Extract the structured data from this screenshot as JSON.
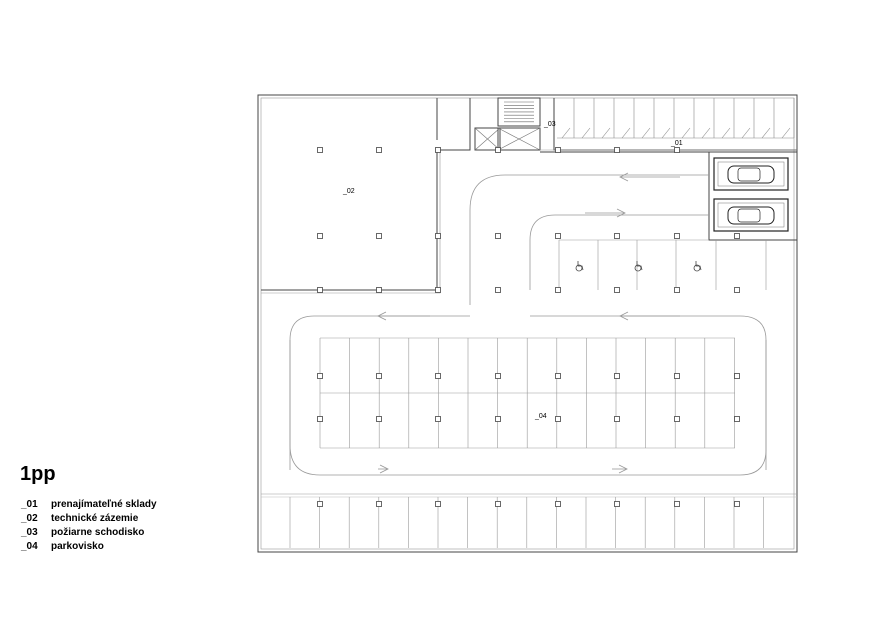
{
  "plan": {
    "title": "1pp",
    "rooms": [
      {
        "code": "_01",
        "name": "prenajímateľné sklady"
      },
      {
        "code": "_02",
        "name": "technické zázemie"
      },
      {
        "code": "_03",
        "name": "požiarne schodisko"
      },
      {
        "code": "_04",
        "name": "parkovisko"
      }
    ],
    "icons": {
      "accessible_space": "wheelchair-icon",
      "car": "car-icon",
      "arrow": "driving-direction-arrow-icon",
      "column": "column-icon"
    },
    "colors": {
      "line": "#555555",
      "wall": "#444444",
      "fill": "#ffffff"
    }
  }
}
